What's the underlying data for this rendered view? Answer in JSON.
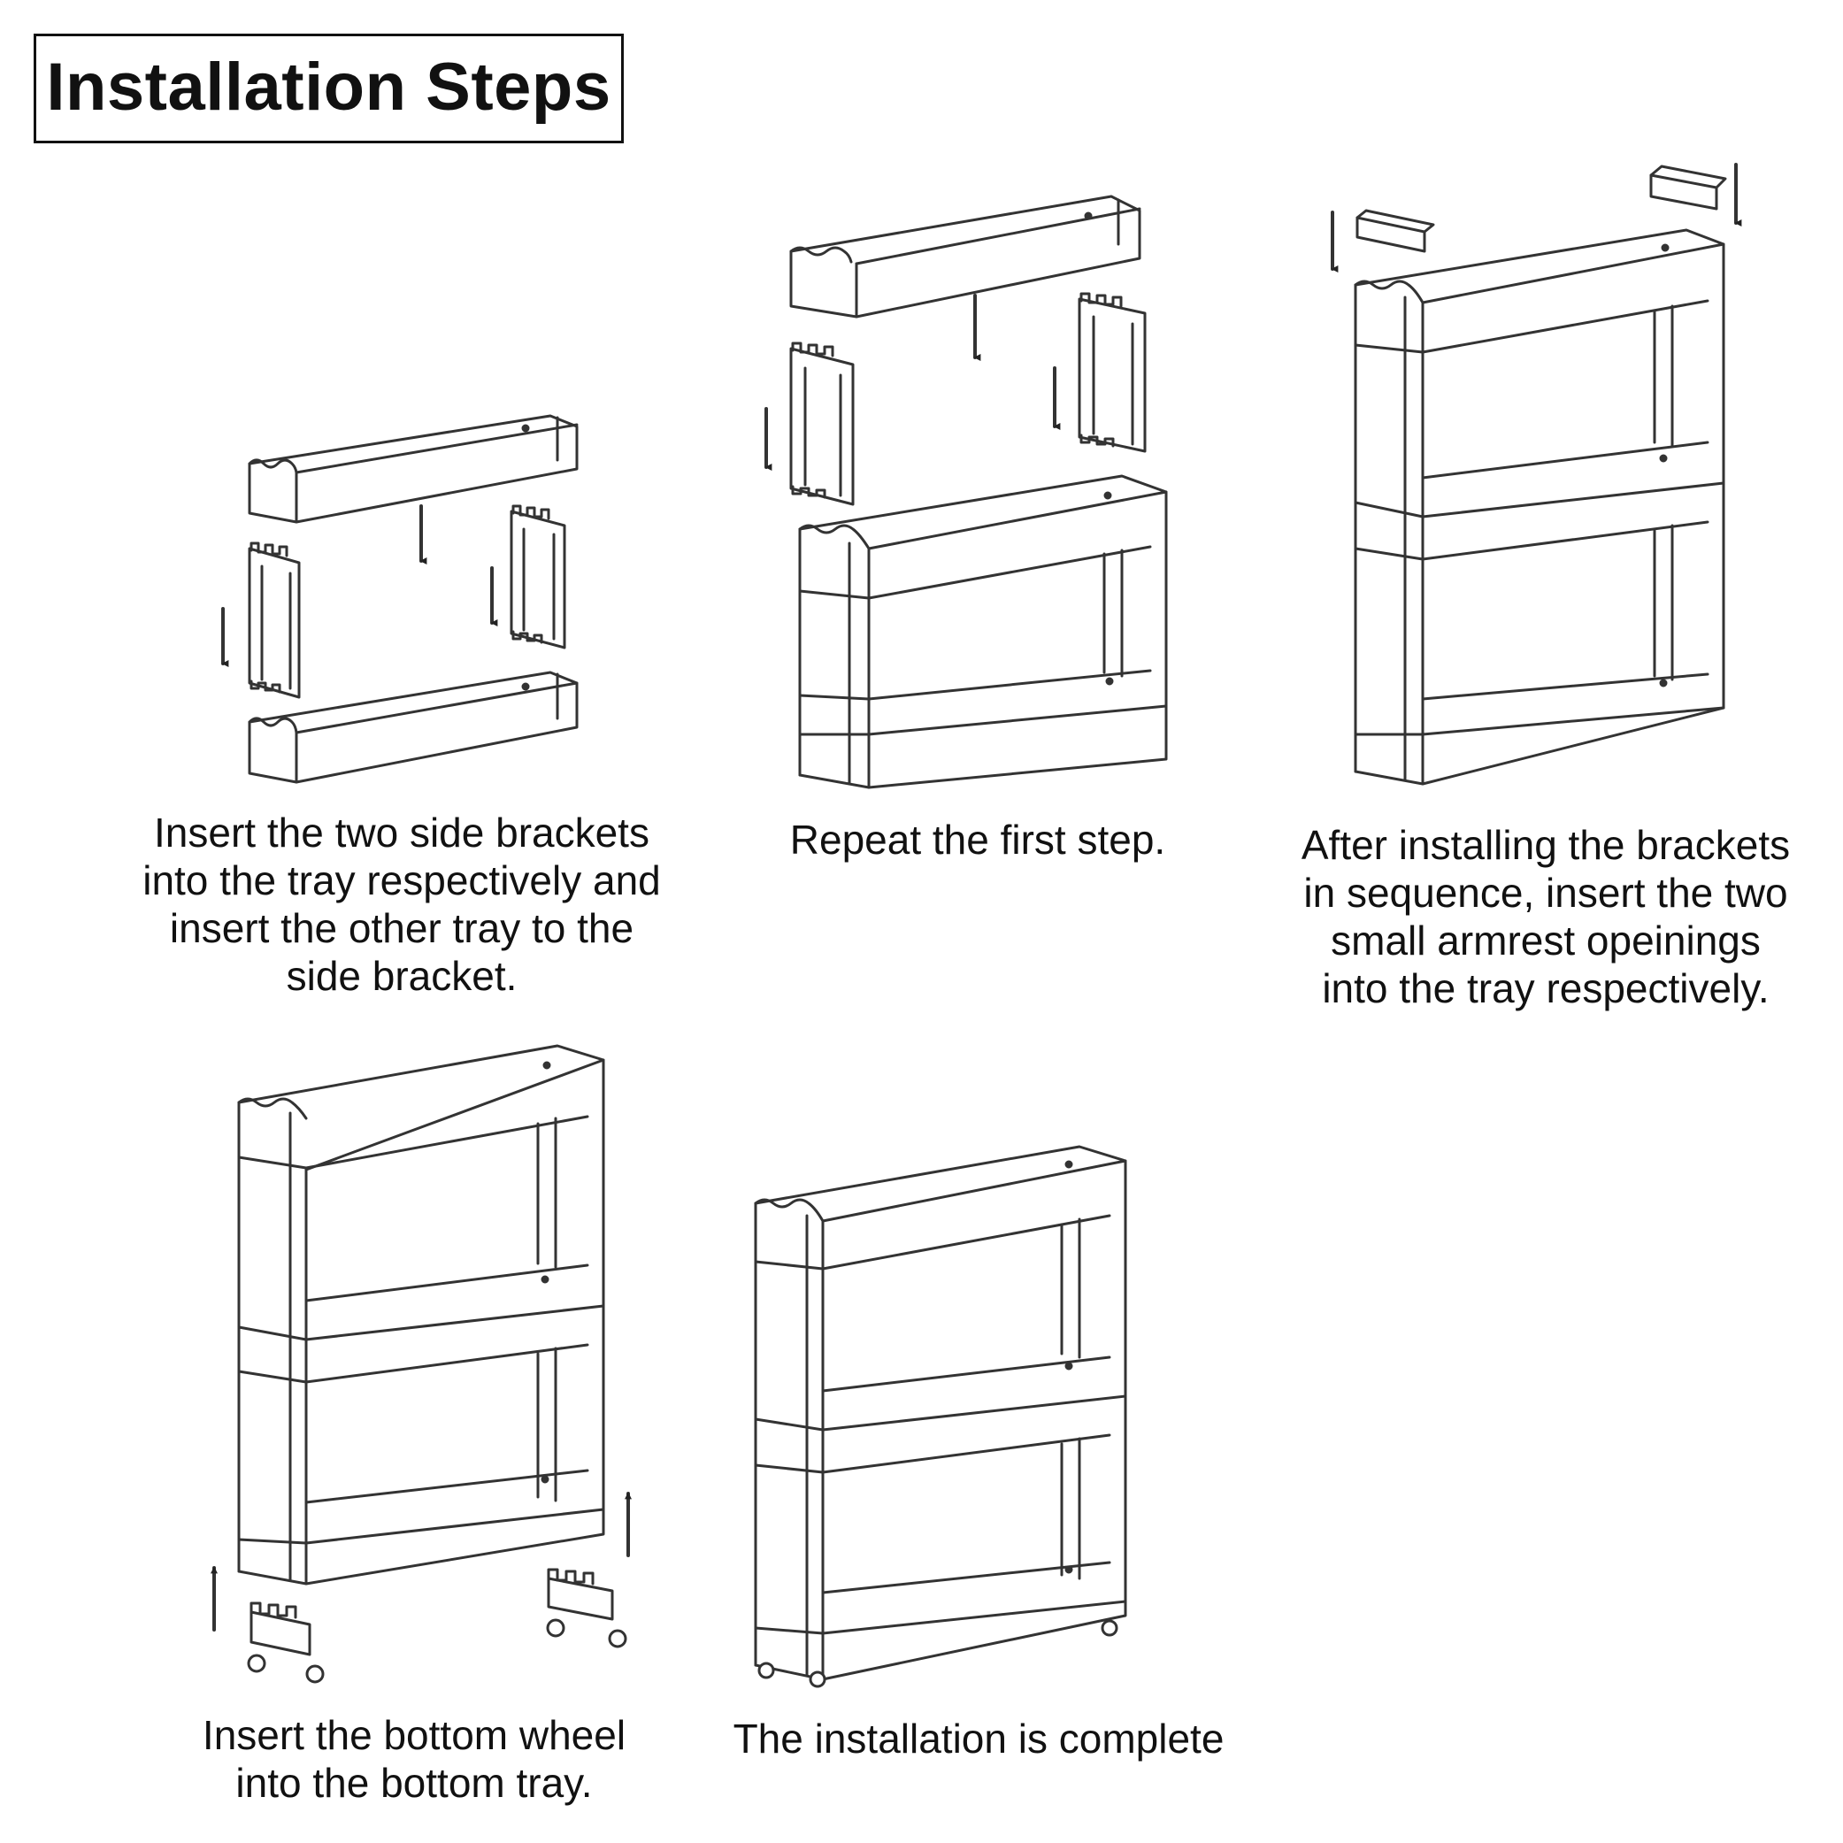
{
  "header": {
    "title": "Installation Steps"
  },
  "steps": [
    {
      "caption": "Insert the two side brackets\ninto the tray respectively and\ninsert the other tray to the\nside bracket."
    },
    {
      "caption": "Repeat the first step."
    },
    {
      "caption": "After installing the brackets\nin sequence, insert the two\nsmall armrest opeinings\ninto the tray respectively."
    },
    {
      "caption": "Insert the bottom wheel\ninto the bottom tray."
    },
    {
      "caption": "The installation is complete"
    }
  ],
  "colors": {
    "line": "#333333",
    "text": "#111111",
    "background": "#ffffff"
  }
}
